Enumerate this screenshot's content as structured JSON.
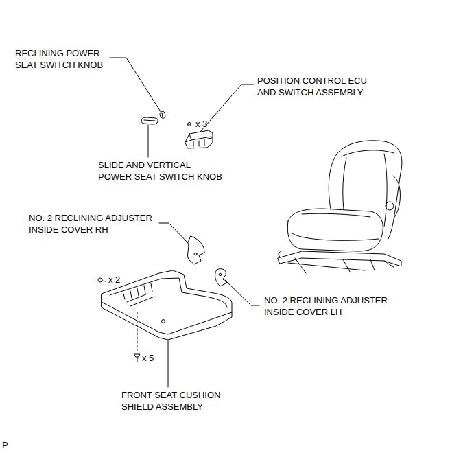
{
  "diagram": {
    "labels": [
      "RECLINING POWER SEAT SWITCH KNOB",
      "POSITION CONTROL ECU AND SWITCH ASSEMBLY",
      "x 3",
      "SLIDE AND VERTICAL POWER SEAT SWITCH KNOB",
      "NO. 2 RECLINING ADJUSTER INSIDE COVER RH",
      "x 2",
      "NO. 2 RECLINING ADJUSTER INSIDE COVER LH",
      "x 5",
      "FRONT SEAT CUSHION SHIELD ASSEMBLY",
      "P"
    ]
  }
}
